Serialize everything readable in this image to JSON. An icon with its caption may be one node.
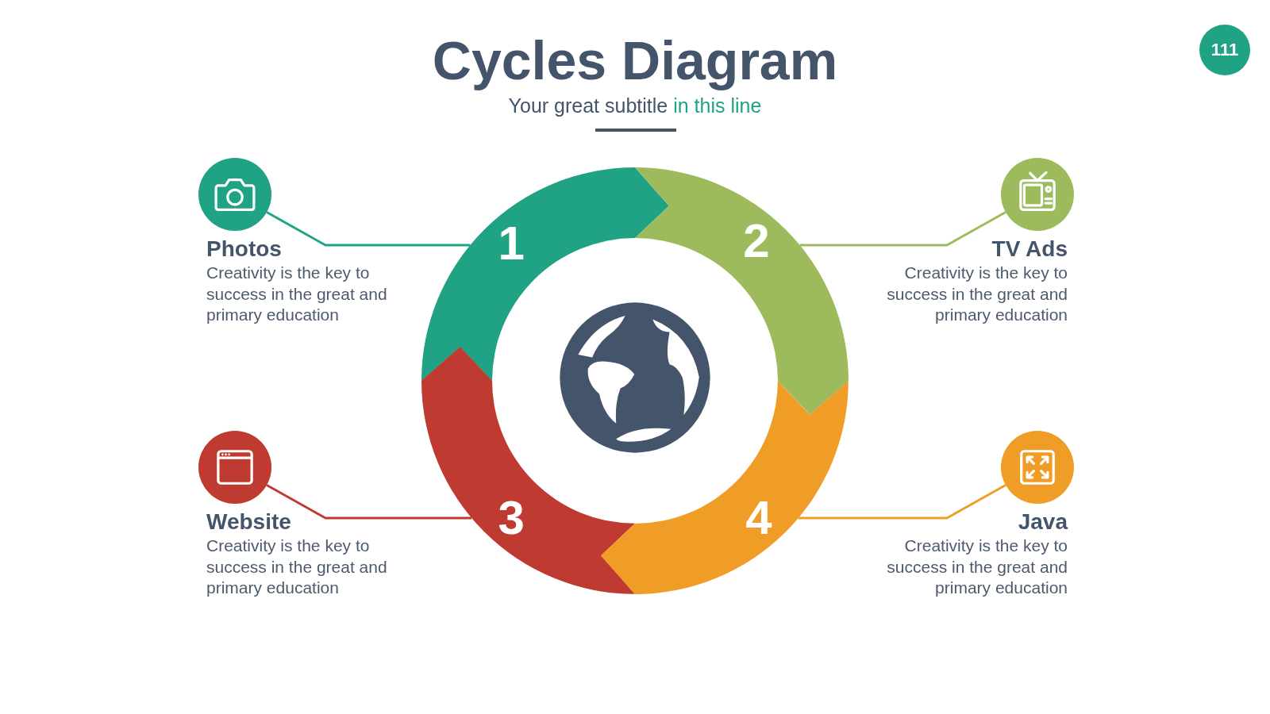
{
  "diagram": {
    "title": "Cycles Diagram",
    "nodes": [
      {
        "text": [
          "Photos",
          "Creativity is the key to success in the great and primary education"
        ]
      },
      {
        "text": [
          "1"
        ]
      },
      {
        "text": [
          "2"
        ]
      },
      {
        "text": [
          "TV Ads",
          "Creativity is the key to success in the great and primary education"
        ]
      },
      {
        "text": [
          "Website",
          "Creativity is the key to success in the great and primary education"
        ]
      },
      {
        "text": [
          "3"
        ]
      },
      {
        "text": [
          "4"
        ]
      },
      {
        "text": [
          "Java",
          "Creativity is the key to success in the great and primary education"
        ]
      }
    ],
    "edges": [
      {
        "from": 0,
        "to": 1,
        "arrow": "none",
        "color": "#20a284"
      },
      {
        "from": 3,
        "to": 2,
        "arrow": "none",
        "color": "#9dbb5c"
      },
      {
        "from": 4,
        "to": 5,
        "arrow": "none",
        "color": "#bf3a30"
      },
      {
        "from": 7,
        "to": 6,
        "arrow": "none",
        "color": "#f09d28"
      }
    ],
    "labels": [
      "Your great subtitle",
      "in this line",
      "111"
    ]
  }
}
